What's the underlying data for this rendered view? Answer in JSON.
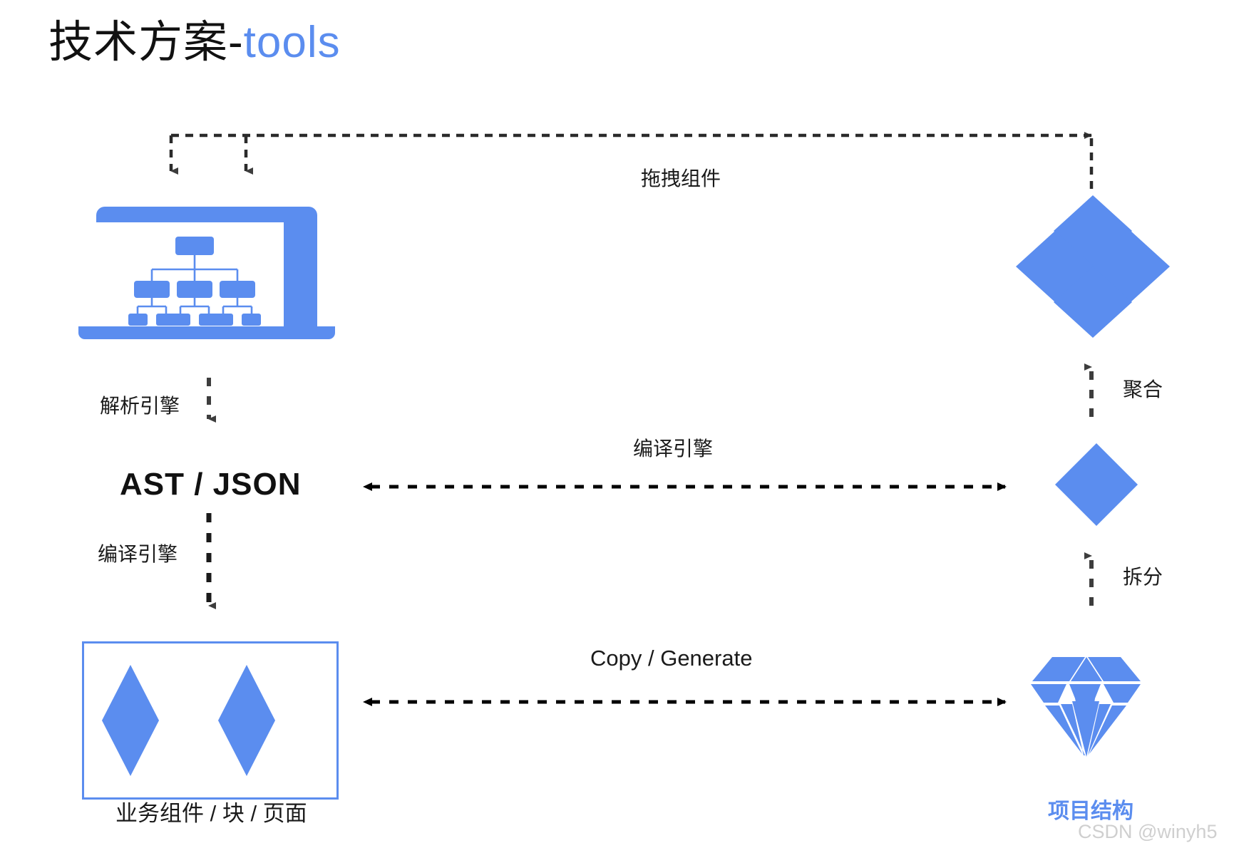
{
  "title": {
    "cn": "技术方案-",
    "accent": "tools"
  },
  "colors": {
    "brand_blue": "#5b8def",
    "arrow_dark": "#3d3d3d",
    "text": "#1a1a1a",
    "watermark": "#cfcfcf"
  },
  "nodes": {
    "laptop": {
      "name": "laptop-tree-visual-editor"
    },
    "ast": {
      "label": "AST / JSON"
    },
    "component_box": {
      "name": "business-component-box"
    },
    "diamond_cluster": {
      "name": "component-cluster"
    },
    "single_diamond": {
      "name": "single-component"
    },
    "gem": {
      "name": "project-structure-gem"
    }
  },
  "edges": {
    "drag_component": "拖拽组件",
    "parse_engine": "解析引擎",
    "compile_engine_vertical": "编译引擎",
    "compile_engine_horizontal": "编译引擎",
    "aggregate": "聚合",
    "split": "拆分",
    "copy_generate": "Copy / Generate"
  },
  "captions": {
    "bottom_left": "业务组件 / 块 / 页面",
    "bottom_right": "项目结构"
  },
  "watermark": "CSDN @winyh5"
}
